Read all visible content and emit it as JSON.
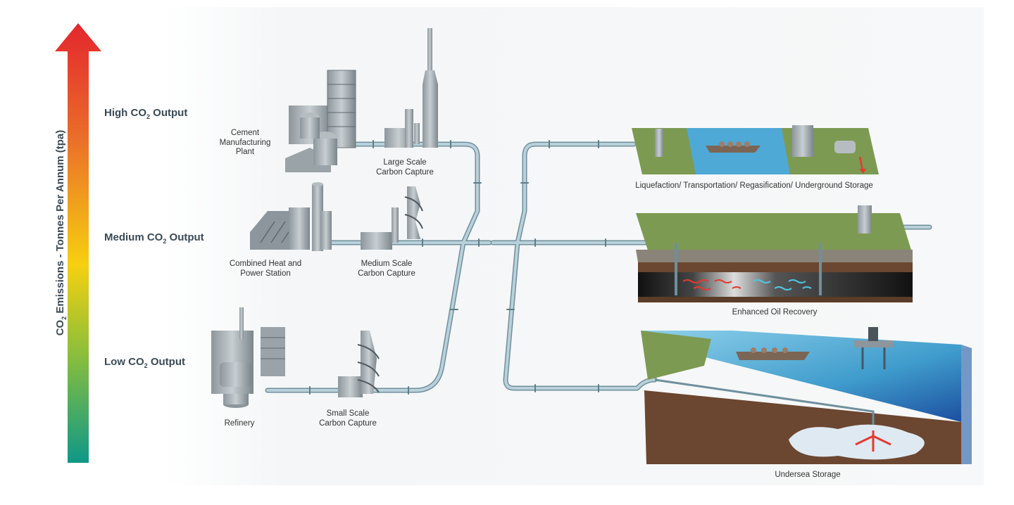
{
  "axis": {
    "title_prefix": "CO",
    "title_sub": "2",
    "title_rest": " Emissions - Tonnes Per Annum (tpa)"
  },
  "levels": [
    {
      "prefix": "High CO",
      "sub": "2",
      "rest": " Output"
    },
    {
      "prefix": "Medium CO",
      "sub": "2",
      "rest": " Output"
    },
    {
      "prefix": "Low CO",
      "sub": "2",
      "rest": " Output"
    }
  ],
  "sources": {
    "cement": [
      "Cement",
      "Manufacturing",
      "Plant"
    ],
    "chp": [
      "Combined Heat and",
      "Power Station"
    ],
    "refinery": [
      "Refinery"
    ]
  },
  "capture": {
    "large": [
      "Large Scale",
      "Carbon Capture"
    ],
    "medium": [
      "Medium Scale",
      "Carbon Capture"
    ],
    "small": [
      "Small Scale",
      "Carbon Capture"
    ]
  },
  "destinations": {
    "liquefaction": "Liquefaction/ Transportation/ Regasification/ Underground Storage",
    "eor": "Enhanced Oil Recovery",
    "undersea": "Undersea Storage"
  },
  "colors": {
    "gradient_top": "#e3262d",
    "gradient_mid": "#f6d010",
    "gradient_bottom": "#0e9888",
    "pipe": "#a9c4cf",
    "pipe_dark": "#6f8f9c",
    "grass": "#7d9a52",
    "water": "#3f9ccc",
    "soil": "#6b4630",
    "co2_flow": "#e13a33",
    "oil_flow": "#4dc6e6"
  }
}
